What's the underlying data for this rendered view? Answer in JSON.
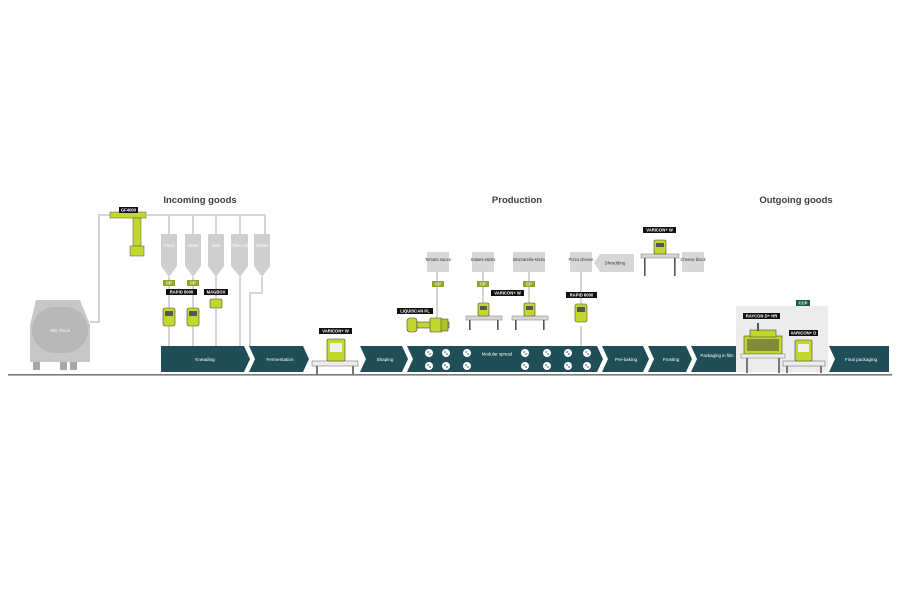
{
  "sections": {
    "incoming": "Incoming goods",
    "production": "Production",
    "outgoing": "Outgoing goods"
  },
  "truck": {
    "label": "Silo Truck"
  },
  "silos": [
    "Flour",
    "Yeast",
    "Salt",
    "Olive oil",
    "Water"
  ],
  "inputs": {
    "tomato": "Tomato sauce",
    "salami": "Salami-sticks",
    "mozzarella": "Mozzarella-sticks",
    "pizza_cheese": "Pizza cheese",
    "shredding": "Shredding",
    "cheese_block": "Cheese block"
  },
  "steps": {
    "kneading": "Kneading",
    "fermentation": "Fermentation",
    "shaping": "Shaping",
    "modular_spread": "Modular spread",
    "pre_baking": "Pre-baking",
    "frosting": "Frosting",
    "packaging_film": "Packaging in film",
    "final_packaging": "Final packaging"
  },
  "devices": {
    "gf4000": "GF4000",
    "rapid5000": "RAPID 5000",
    "magbox": "MAGBOX",
    "varicon_w1": "VARICON+ W",
    "liquiscan": "LIQUISCAN PL",
    "varicon_w2": "VARICON+ W",
    "rapid6000": "RAPID 6000",
    "varicon_w3": "VARICON+ W",
    "raycon": "RAYCON D+ HR",
    "varicon_d": "VARICON+ D"
  },
  "cp": "CP",
  "ccp": "CCP",
  "colors": {
    "teal": "#1f4e57",
    "lime": "#c2d82e",
    "gray": "#cfcfcf",
    "darkgray": "#9a9a9a",
    "black": "#111111",
    "green": "#1d5e3a"
  }
}
